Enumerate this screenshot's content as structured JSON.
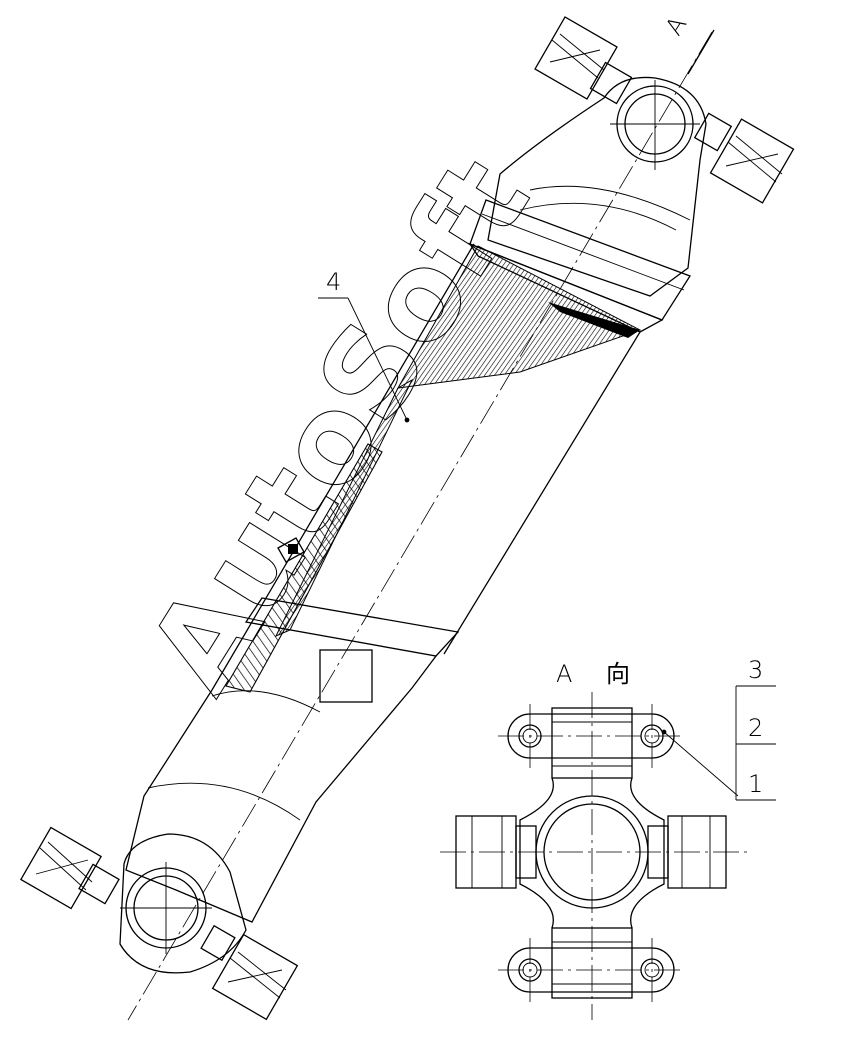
{
  "labels": {
    "view_letter_top": "A",
    "view_title_letter": "A",
    "view_title_char": "向",
    "part_4": "4",
    "part_3": "3",
    "part_2": "2",
    "part_1": "1"
  },
  "watermark": "AutoSoft"
}
